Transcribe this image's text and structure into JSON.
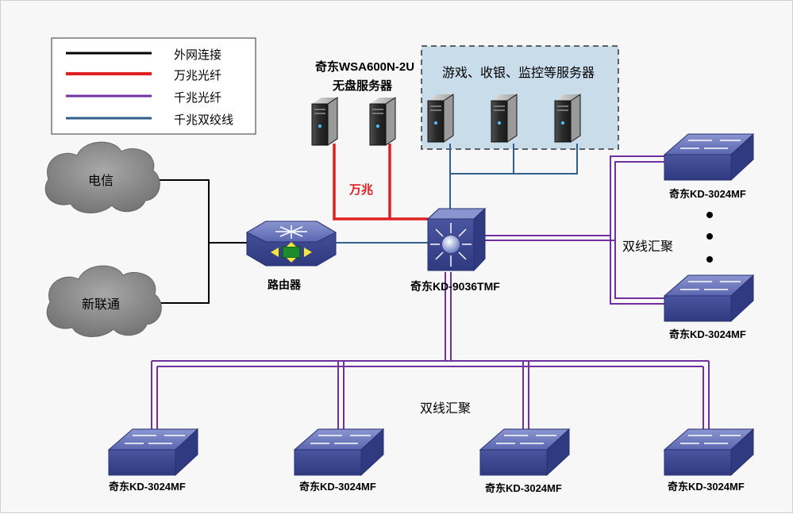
{
  "legend": {
    "items": [
      {
        "label": "外网连接",
        "color": "#000000"
      },
      {
        "label": "万兆光纤",
        "color": "#e02020"
      },
      {
        "label": "千兆光纤",
        "color": "#7030a0"
      },
      {
        "label": "千兆双绞线",
        "color": "#2f5f8a"
      }
    ]
  },
  "clouds": {
    "telecom": "电信",
    "unicom": "新联通"
  },
  "router": {
    "label": "路由器"
  },
  "core_switch": {
    "label": "奇东KD-9036TMF"
  },
  "diskless": {
    "title_line1": "奇东WSA600N-2U",
    "title_line2": "无盘服务器"
  },
  "server_group": {
    "title": "游戏、收银、监控等服务器"
  },
  "link_label": {
    "ten_gig": "万兆"
  },
  "aggregation": {
    "right": "双线汇聚",
    "bottom": "双线汇聚"
  },
  "access_switches": {
    "right_top": "奇东KD-3024MF",
    "right_bottom": "奇东KD-3024MF",
    "bottom": [
      "奇东KD-3024MF",
      "奇东KD-3024MF",
      "奇东KD-3024MF",
      "奇东KD-3024MF"
    ]
  },
  "colors": {
    "external": "#000000",
    "ten_gig_fiber": "#e02020",
    "gig_fiber": "#7030a0",
    "gig_copper": "#2f5f8a",
    "server_panel_bg": "#c9dcea",
    "switch_body": "#5560a8",
    "cloud": "#8a8a8a"
  }
}
